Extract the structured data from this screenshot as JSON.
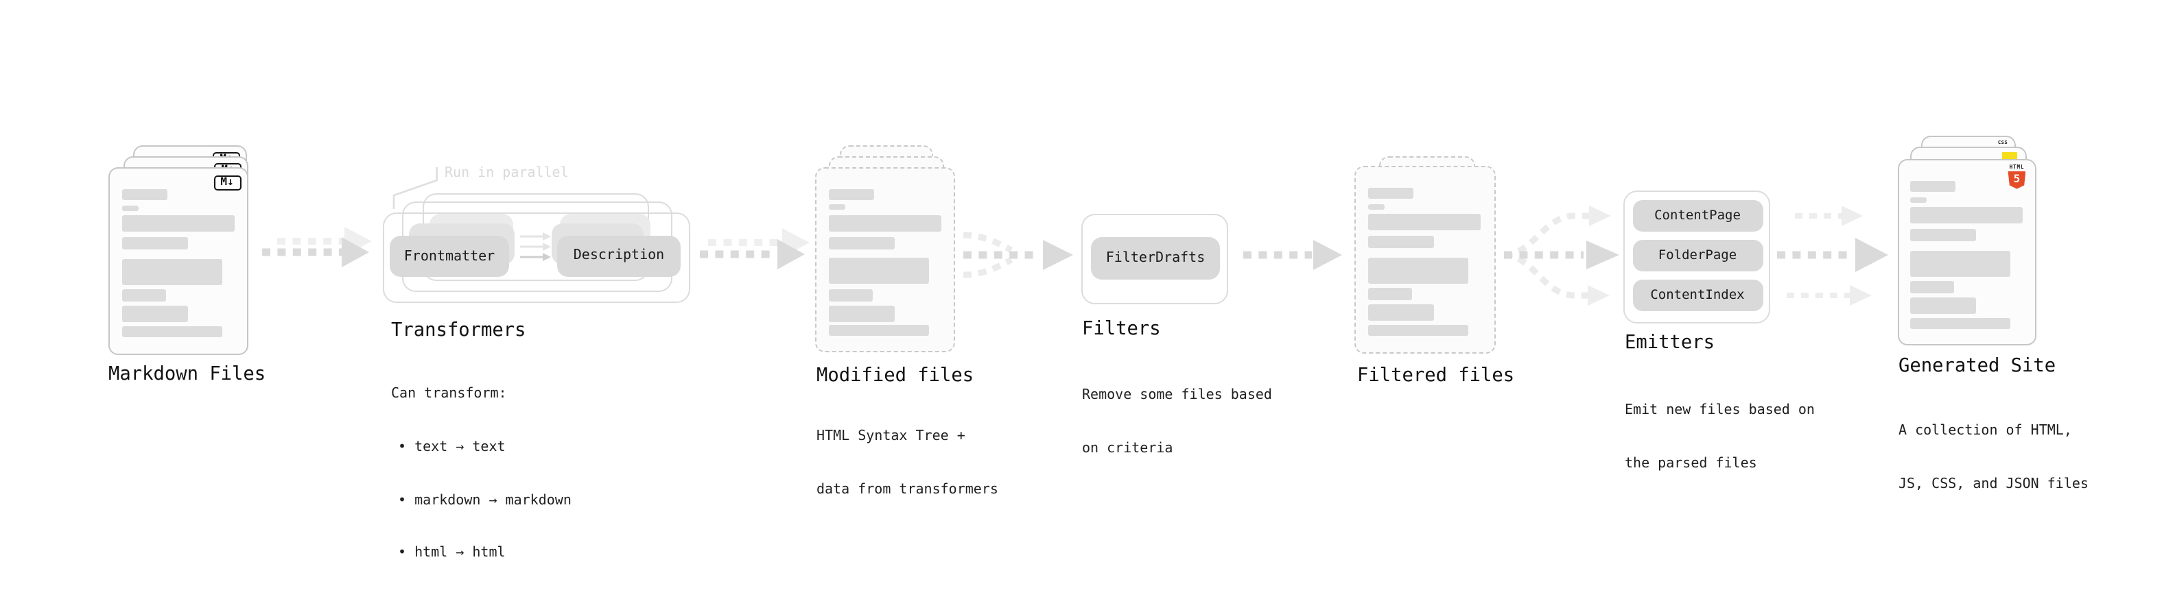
{
  "diagram": {
    "nodes": {
      "markdown_files": {
        "label": "Markdown Files",
        "badge": "M↓"
      },
      "transformers": {
        "label": "Transformers",
        "note": "Run in parallel",
        "pills": {
          "frontmatter": "Frontmatter",
          "description": "Description"
        },
        "desc": [
          "Can transform:",
          "• text → text",
          "• markdown → markdown",
          "• html → html"
        ]
      },
      "modified_files": {
        "label": "Modified files",
        "desc": [
          "HTML Syntax Tree +",
          "data from transformers"
        ]
      },
      "filters": {
        "label": "Filters",
        "pills": {
          "filter_drafts": "FilterDrafts"
        },
        "desc": [
          "Remove some files based",
          "on criteria"
        ]
      },
      "filtered_files": {
        "label": "Filtered files"
      },
      "emitters": {
        "label": "Emitters",
        "pills": {
          "content_page": "ContentPage",
          "folder_page": "FolderPage",
          "content_index": "ContentIndex"
        },
        "desc": [
          "Emit new files based on",
          "the parsed files"
        ]
      },
      "generated_site": {
        "label": "Generated Site",
        "desc": [
          "A collection of HTML,",
          "JS, CSS, and JSON files"
        ],
        "badges": {
          "css": "CSS",
          "html": "HTML",
          "html5": "5"
        }
      }
    },
    "colors": {
      "pill_gray": "#d9d9d9",
      "arrow_gray": "#dadada",
      "arrow_light": "#eeeeee",
      "card_border": "#c6c6c6",
      "html5_orange": "#e44d26",
      "js_yellow": "#f5de19",
      "css_blue": "#2962eb"
    },
    "icons": {
      "markdown_logo": "markdown-m-down-arrow-icon",
      "js_badge": "js-yellow-square-icon",
      "css_badge": "css-blue-underline-icon",
      "html5_badge": "html5-shield-icon",
      "flow_arrow": "dashed-right-arrow-icon"
    }
  }
}
